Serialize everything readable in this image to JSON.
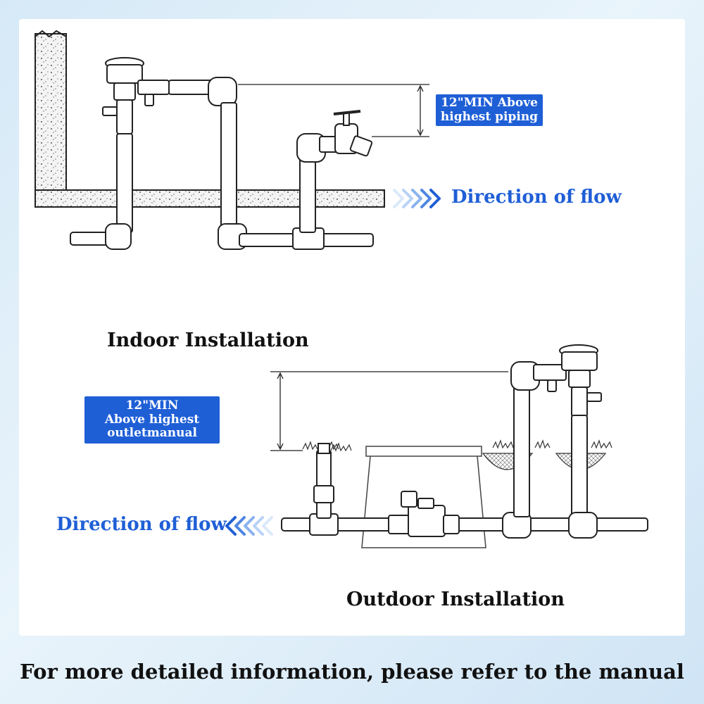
{
  "indoor": {
    "title": "Indoor Installation",
    "callout_line1": "12\"MIN Above",
    "callout_line2": "highest piping",
    "flow_label": "Direction of flow",
    "flow_direction": "right"
  },
  "outdoor": {
    "title": "Outdoor Installation",
    "callout_line1": "12\"MIN",
    "callout_line2": "Above highest",
    "callout_line3": "outletmanual",
    "flow_label": "Direction of flow",
    "flow_direction": "left"
  },
  "footer": {
    "note": "For more detailed information, please refer to the manual"
  },
  "colors": {
    "accent": "#1f5fd6",
    "background": "#dcecf8",
    "panel": "#ffffff",
    "line": "#222222"
  },
  "icons": [
    "chevron-right-icon",
    "chevron-left-icon",
    "backflow-preventer-icon",
    "faucet-icon",
    "solenoid-valve-icon",
    "grass-icon"
  ]
}
